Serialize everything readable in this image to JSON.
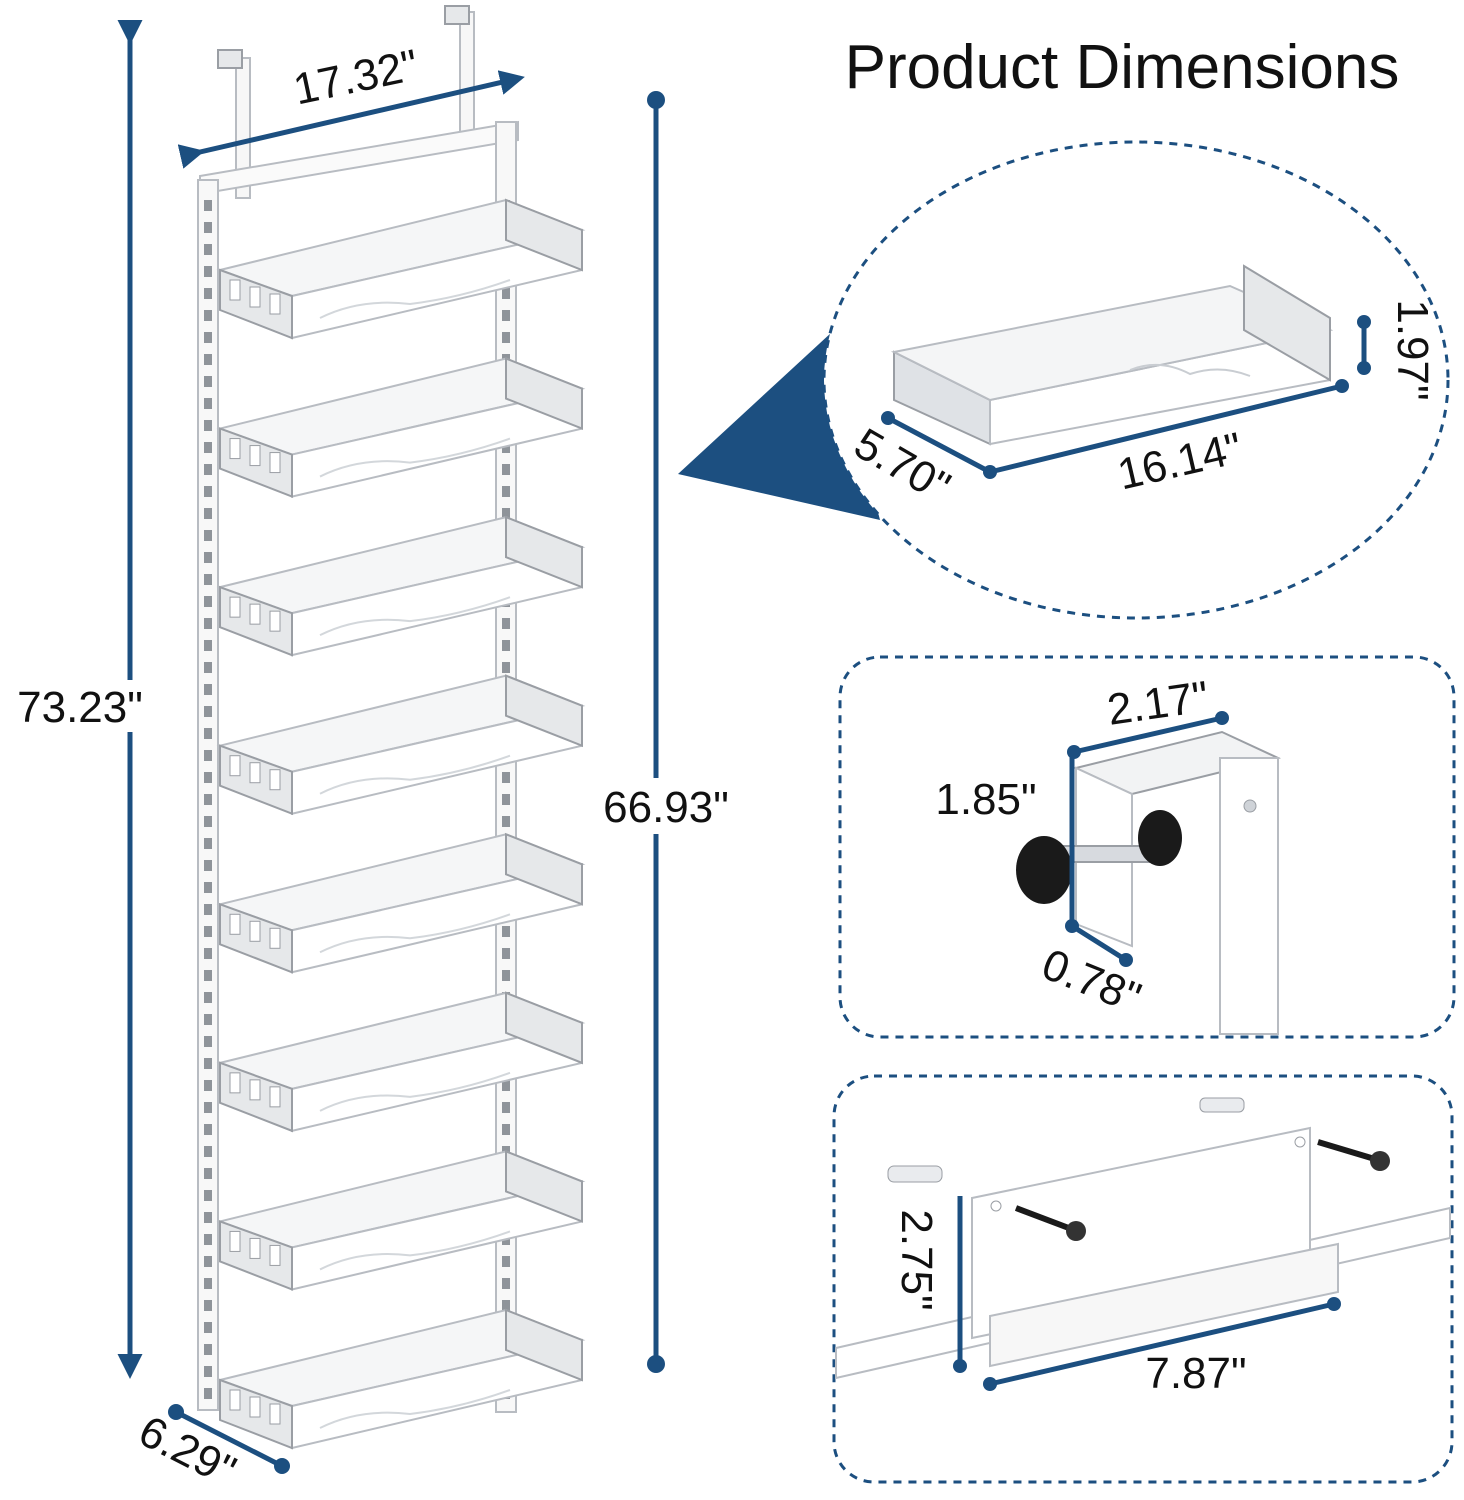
{
  "title": "Product Dimensions",
  "colors": {
    "dimension_line": "#1c4f80",
    "shelf_white": "#ffffff",
    "shelf_edge": "#b8bcc2",
    "knob": "#1a1a1a",
    "dashed_border": "#1c4f80"
  },
  "main_rack": {
    "width_label": "17.32\"",
    "total_height_label": "73.23\"",
    "rail_height_label": "66.93\"",
    "depth_label": "6.29\"",
    "shelf_count": 8
  },
  "basket_detail": {
    "height_label": "1.97\"",
    "depth_label": "5.70\"",
    "length_label": "16.14\""
  },
  "hook_detail": {
    "width_label": "2.17\"",
    "height_label": "1.85\"",
    "gap_label": "0.78\""
  },
  "wall_bracket_detail": {
    "height_label": "2.75\"",
    "width_label": "7.87\""
  }
}
